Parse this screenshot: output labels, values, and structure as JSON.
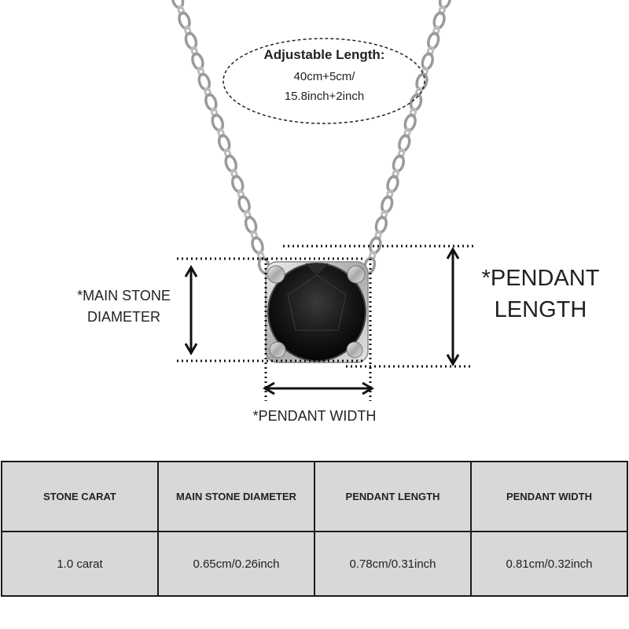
{
  "callout": {
    "title": "Adjustable Length:",
    "line1": "40cm+5cm/",
    "line2": "15.8inch+2inch"
  },
  "annotations": {
    "main_stone_line1": "*MAIN STONE",
    "main_stone_line2": "DIAMETER",
    "pendant_length_line1": "*PENDANT",
    "pendant_length_line2": "LENGTH",
    "pendant_width": "*PENDANT WIDTH"
  },
  "table": {
    "headers": [
      "STONE CARAT",
      "MAIN STONE DIAMETER",
      "PENDANT LENGTH",
      "PENDANT WIDTH"
    ],
    "rows": [
      [
        "1.0 carat",
        "0.65cm/0.26inch",
        "0.78cm/0.31inch",
        "0.81cm/0.32inch"
      ]
    ]
  },
  "colors": {
    "stone": "#161616",
    "metal": "#c8c8c8",
    "table_bg": "#d8d8d8"
  }
}
